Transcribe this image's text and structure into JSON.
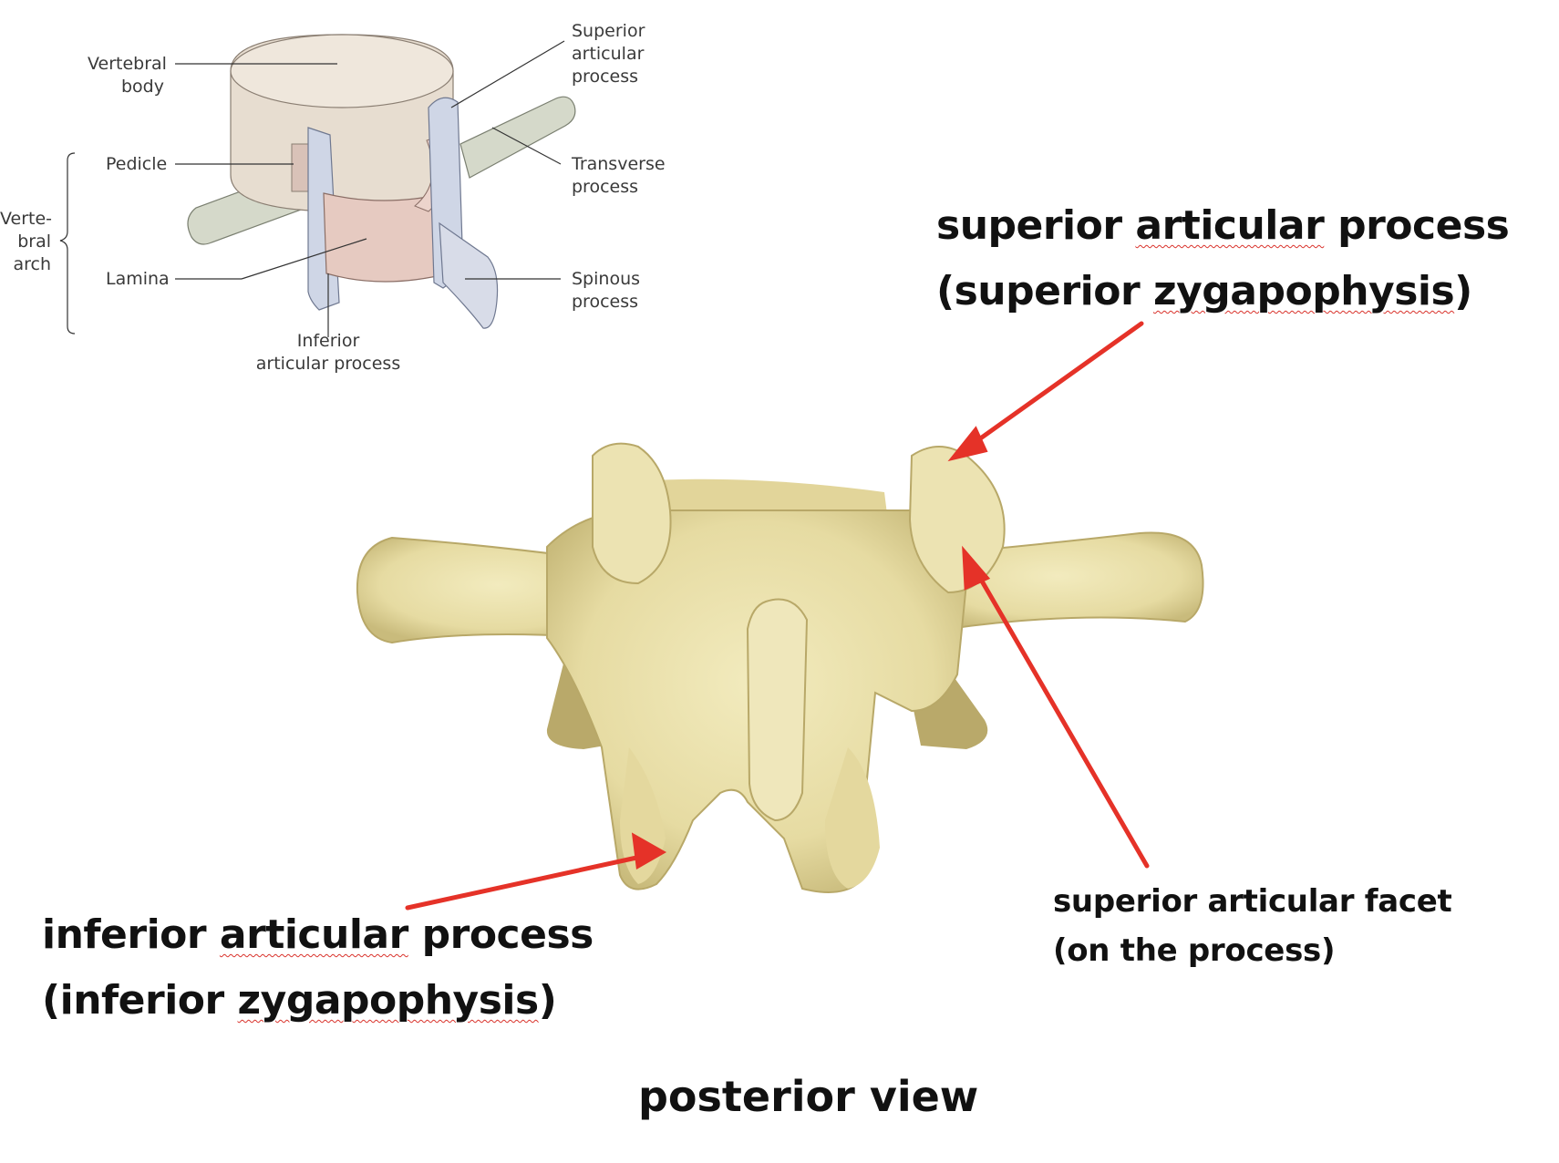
{
  "schematic_labels": {
    "vertebral_body": [
      "Vertebral",
      "body"
    ],
    "superior_articular_process": [
      "Superior",
      "articular",
      "process"
    ],
    "pedicle": "Pedicle",
    "transverse_process": [
      "Transverse",
      "process"
    ],
    "vertebral_arch": [
      "Verte-",
      "bral",
      "arch"
    ],
    "lamina": "Lamina",
    "spinous_process": [
      "Spinous",
      "process"
    ],
    "inferior_articular_process": [
      "Inferior",
      "articular process"
    ]
  },
  "photo_labels": {
    "superior_process": {
      "line1_prefix": "superior ",
      "line1_flag": "articular",
      "line1_suffix": " process",
      "line2_prefix": "(superior ",
      "line2_flag": "zygapophysis",
      "line2_suffix": ")"
    },
    "inferior_process": {
      "line1_prefix": "inferior ",
      "line1_flag": "articular",
      "line1_suffix": " process",
      "line2_prefix": "(inferior ",
      "line2_flag": "zygapophysis",
      "line2_suffix": ")"
    },
    "superior_facet": [
      "superior articular facet",
      "(on the process)"
    ]
  },
  "view_caption": "posterior view",
  "colors": {
    "arrow": "#e53228",
    "bone": "#e9dfa9",
    "body_schematic": "#e7ddd0",
    "processes_schematic": "#cfd6e6",
    "transverse_schematic": "#d5d9ca",
    "lamina_schematic": "#e6cac1",
    "spell_underline": "#d9322b"
  }
}
